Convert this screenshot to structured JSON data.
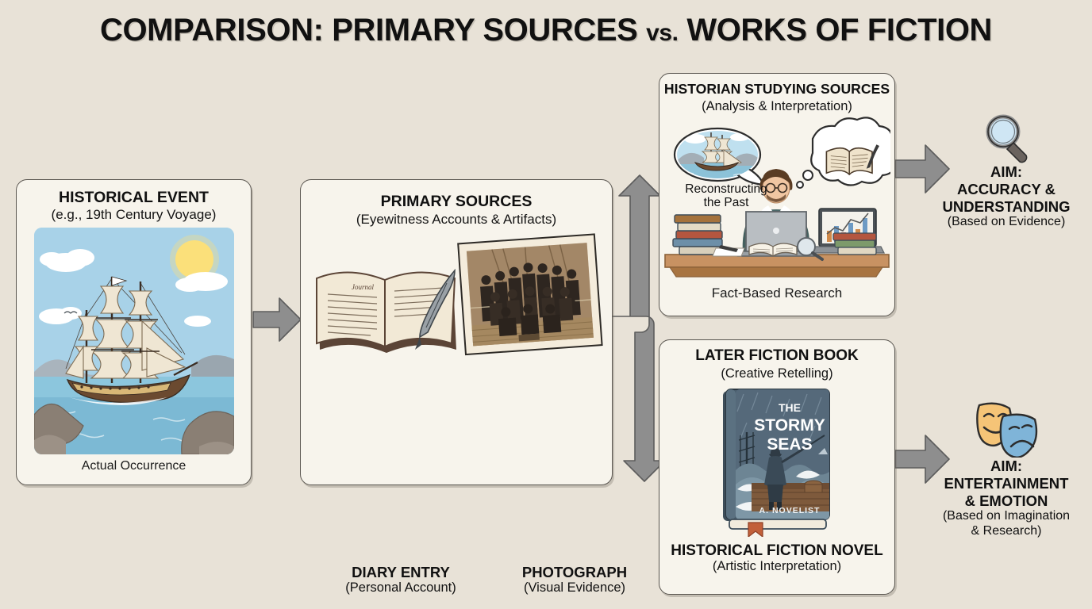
{
  "page": {
    "title_main": "COMPARISON: PRIMARY SOURCES ",
    "title_vs": "vs.",
    "title_tail": " WORKS OF FICTION",
    "background_color": "#e8e2d7",
    "panel_fill": "#f7f4ec",
    "panel_border": "#5a5650",
    "arrow_fill": "#8e8e8e",
    "arrow_stroke": "#5d5d5d"
  },
  "historical_event": {
    "title": "HISTORICAL EVENT",
    "subtitle": "(e.g., 19th Century Voyage)",
    "caption": "Actual Occurrence",
    "art_name": "tall-ship-at-sea-illustration"
  },
  "primary_sources": {
    "title": "PRIMARY SOURCES",
    "subtitle": "(Eyewitness Accounts & Artifacts)",
    "items": [
      {
        "title": "DIARY ENTRY",
        "subtitle": "(Personal Account)",
        "art_name": "open-diary-with-quill-illustration"
      },
      {
        "title": "PHOTOGRAPH",
        "subtitle": "(Visual Evidence)",
        "art_name": "sepia-crew-photograph"
      }
    ]
  },
  "historian": {
    "title": "HISTORIAN STUDYING SOURCES",
    "subtitle": "(Analysis & Interpretation)",
    "thought_label": "Reconstructing\nthe Past",
    "thought_label_line1": "Reconstructing",
    "thought_label_line2": "the Past",
    "caption": "Fact-Based Research",
    "art_name": "historian-at-desk-illustration"
  },
  "fiction_book": {
    "title": "LATER FICTION BOOK",
    "subtitle": "(Creative Retelling)",
    "caption_title": "HISTORICAL FICTION NOVEL",
    "caption_subtitle": "(Artistic Interpretation)",
    "book_cover": {
      "line1": "THE",
      "line2": "STORMY",
      "line3": "SEAS",
      "author": "A. NOVELIST",
      "cover_color": "#4b5f6e",
      "art_name": "stormy-seas-book-cover"
    }
  },
  "aims": {
    "accuracy": {
      "icon_name": "magnifying-glass-icon",
      "line1": "AIM:",
      "line2": "ACCURACY &",
      "line3": "UNDERSTANDING",
      "subtitle": "(Based on Evidence)"
    },
    "entertainment": {
      "icon_name": "theater-masks-icon",
      "line1": "AIM:",
      "line2": "ENTERTAINMENT",
      "line3": "& EMOTION",
      "subtitle_line1": "(Based on Imagination",
      "subtitle_line2": "& Research)"
    }
  },
  "connectors": [
    {
      "name": "arrow-event-to-sources",
      "from": "historical_event",
      "to": "primary_sources"
    },
    {
      "name": "arrow-sources-branch",
      "from": "primary_sources",
      "to": "historian_and_fiction"
    },
    {
      "name": "arrow-historian-to-aim-accuracy",
      "from": "historian",
      "to": "aim_accuracy"
    },
    {
      "name": "arrow-fiction-to-aim-entertainment",
      "from": "fiction_book",
      "to": "aim_entertainment"
    }
  ]
}
